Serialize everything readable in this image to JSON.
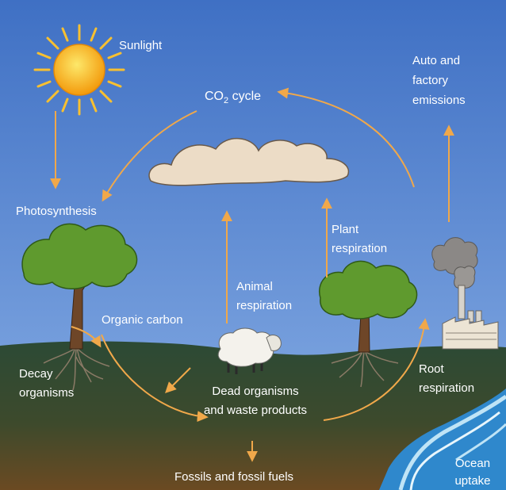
{
  "labels": {
    "sunlight": "Sunlight",
    "co2_main": "CO",
    "co2_sub": "2",
    "co2_tail": " cycle",
    "photosynthesis": "Photosynthesis",
    "auto_factory": "Auto  and\nfactory\nemissions",
    "plant_respiration": "Plant\nrespiration",
    "animal_respiration": "Animal\nrespiration",
    "organic_carbon": "Organic  carbon",
    "decay_organisms": "Decay\norganisms",
    "dead_organisms": "Dead  organisms\nand  waste  products",
    "root_respiration": "Root\nrespiration",
    "fossils": "Fossils  and  fossil  fuels",
    "ocean_uptake": "Ocean\nuptake"
  },
  "colors": {
    "sky_top": "#3f70c4",
    "sky_bottom": "#8ab0e6",
    "ground_top": "#2c4a35",
    "ground_bottom": "#6b4a22",
    "arrow": "#f0a84a",
    "sun": "#f8b818",
    "foliage": "#5f9a2e",
    "trunk": "#6e4628",
    "cloud": "#ecdcc6",
    "smoke": "#8b8886",
    "water": "#2f88cc",
    "text": "#ffffff"
  }
}
